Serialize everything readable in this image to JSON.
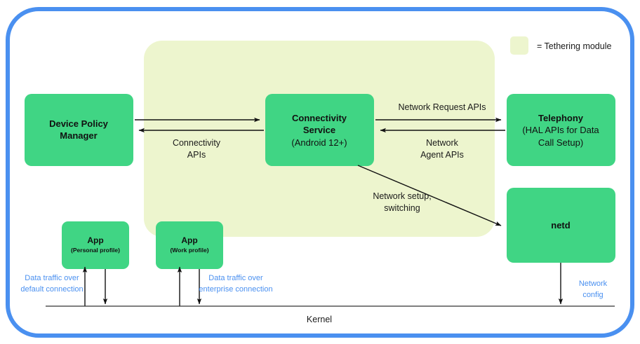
{
  "diagram": {
    "colors": {
      "frame_blue": "#4a90f0",
      "node_green": "#40d584",
      "tethering_fill": "#edf5ce",
      "arrow_black": "#111111",
      "blue_text": "#4a90f0"
    },
    "legend": {
      "swatch_name": "tethering-module-swatch",
      "text": "= Tethering module"
    },
    "nodes": [
      {
        "id": "device-policy-manager",
        "title": "Device Policy",
        "title2": "Manager",
        "sub": ""
      },
      {
        "id": "connectivity-service",
        "title": "Connectivity",
        "title2": "Service",
        "sub": "(Android 12+)"
      },
      {
        "id": "telephony",
        "title": "Telephony",
        "title2": "",
        "sub": "(HAL APIs for Data",
        "sub2": "Call Setup)"
      },
      {
        "id": "netd",
        "title": "netd",
        "title2": "",
        "sub": ""
      },
      {
        "id": "app-personal",
        "title": "App",
        "sub": "(Personal profile)"
      },
      {
        "id": "app-work",
        "title": "App",
        "sub": "(Work profile)"
      }
    ],
    "edge_labels": {
      "connectivity_apis_line1": "Connectivity",
      "connectivity_apis_line2": "APIs",
      "network_request_apis": "Network Request APIs",
      "network_agent_apis_line1": "Network",
      "network_agent_apis_line2": "Agent APIs",
      "network_setup_line1": "Network setup,",
      "network_setup_line2": "switching"
    },
    "blue_labels": {
      "default_conn_line1": "Data traffic over",
      "default_conn_line2": "default connection",
      "enterprise_conn_line1": "Data traffic over",
      "enterprise_conn_line2": "enterprise connection",
      "network_config_line1": "Network",
      "network_config_line2": "config"
    },
    "kernel": {
      "label": "Kernel"
    }
  }
}
